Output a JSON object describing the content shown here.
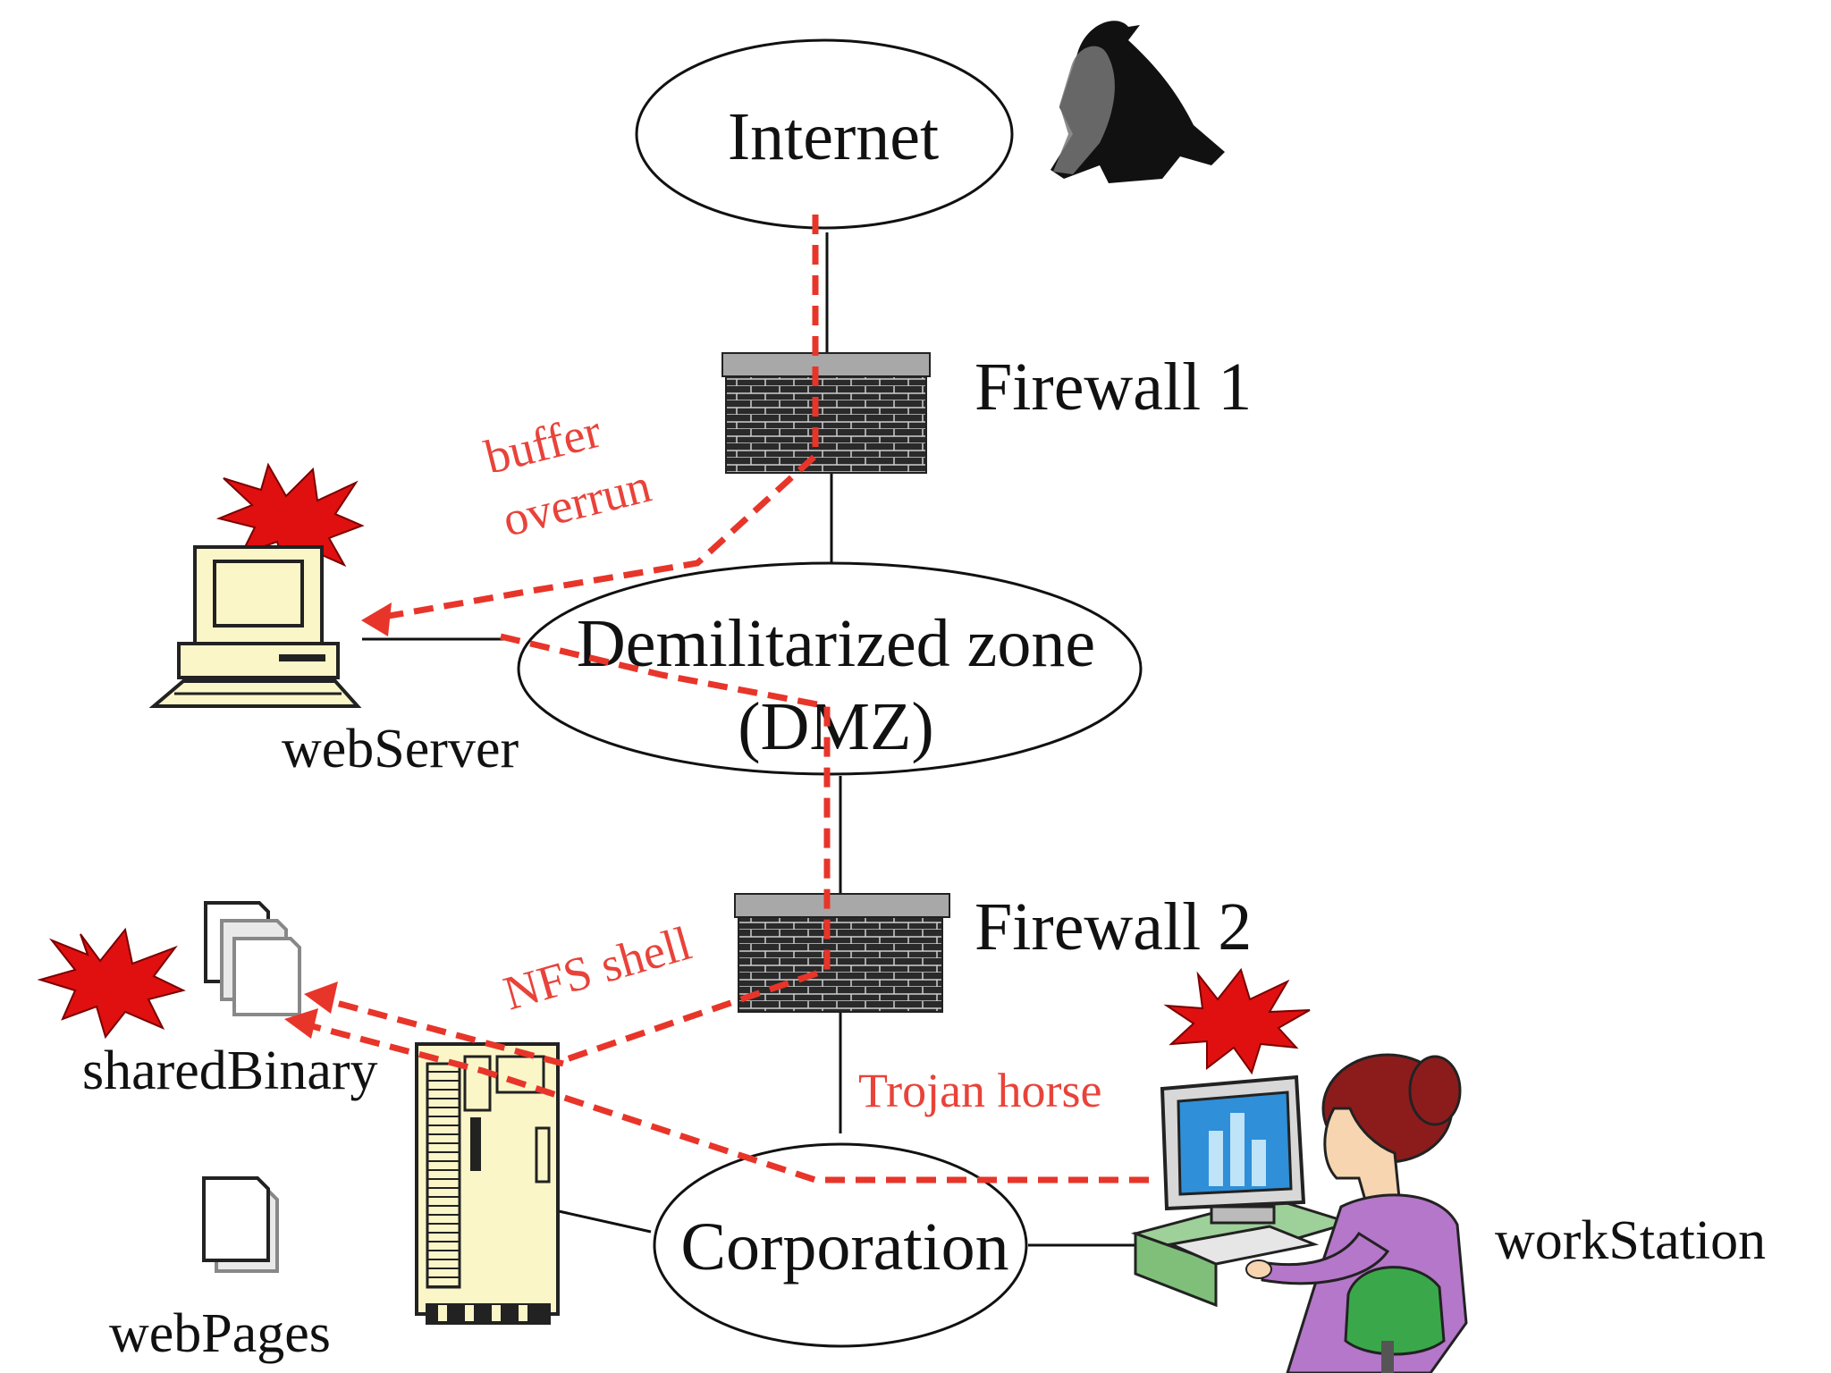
{
  "nodes": {
    "internet": "Internet",
    "dmz_line1": "Demilitarized zone",
    "dmz_line2": "(DMZ)",
    "corporation": "Corporation",
    "firewall1": "Firewall 1",
    "firewall2": "Firewall 2",
    "web_server": "webServer",
    "shared_binary": "sharedBinary",
    "web_pages": "webPages",
    "work_station": "workStation"
  },
  "attacks": {
    "buffer_overrun_line1": "buffer",
    "buffer_overrun_line2": "overrun",
    "nfs_shell": "NFS shell",
    "trojan_horse": "Trojan horse"
  },
  "colors": {
    "attack": "#e8352a",
    "explosion": "#e01010",
    "firewall_brick": "#2a2a2a",
    "monitor_screen": "#fbf6c8",
    "server_body": "#fbf6c8"
  },
  "icons": [
    "hacker-icon",
    "firewall-icon",
    "computer-icon",
    "explosion-icon",
    "document-icon",
    "server-icon",
    "person-workstation-icon"
  ]
}
